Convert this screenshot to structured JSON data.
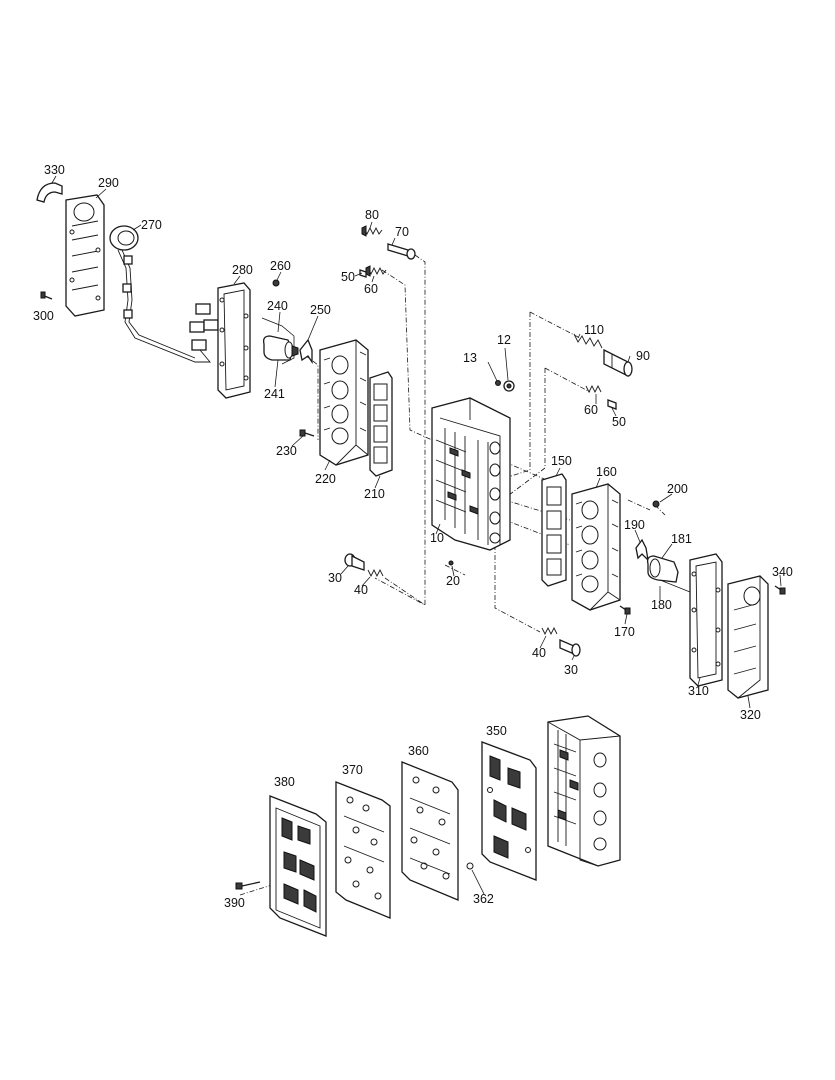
{
  "labels": {
    "p10": "10",
    "p12": "12",
    "p13": "13",
    "p20": "20",
    "p30a": "30",
    "p30b": "30",
    "p40a": "40",
    "p40b": "40",
    "p50a": "50",
    "p50b": "50",
    "p60a": "60",
    "p60b": "60",
    "p70": "70",
    "p80": "80",
    "p90": "90",
    "p110": "110",
    "p150": "150",
    "p160": "160",
    "p170": "170",
    "p180": "180",
    "p181": "181",
    "p190": "190",
    "p200": "200",
    "p210": "210",
    "p220": "220",
    "p230": "230",
    "p240": "240",
    "p241": "241",
    "p250": "250",
    "p260": "260",
    "p270": "270",
    "p280": "280",
    "p290": "290",
    "p300": "300",
    "p310": "310",
    "p320": "320",
    "p330": "330",
    "p340": "340",
    "p350": "350",
    "p360": "360",
    "p362": "362",
    "p370": "370",
    "p380": "380",
    "p390": "390"
  }
}
